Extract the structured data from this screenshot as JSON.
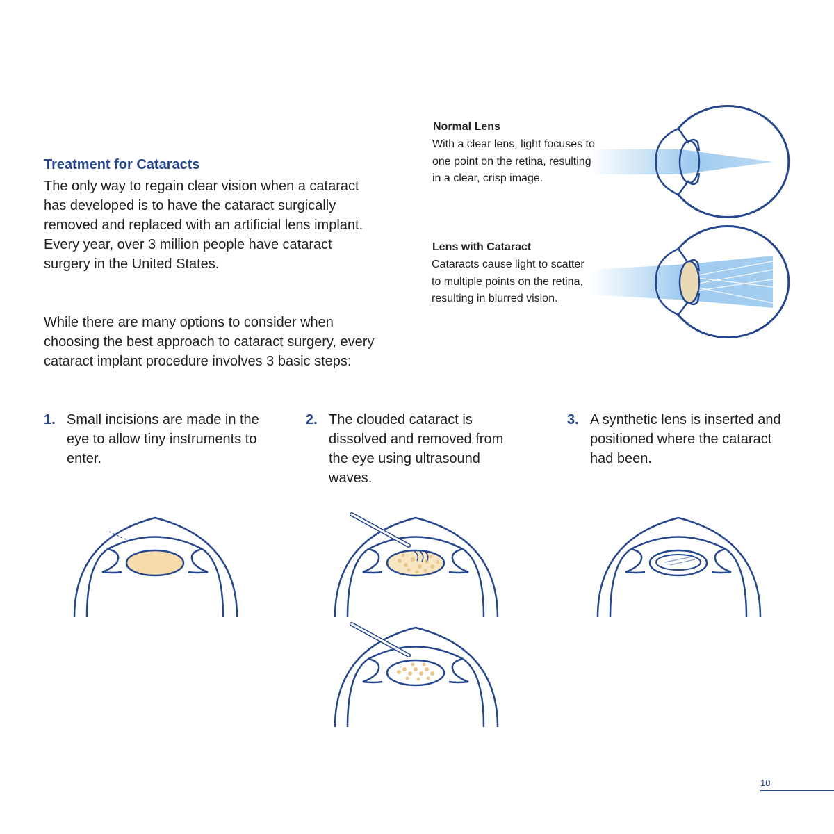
{
  "treatment": {
    "heading": "Treatment for Cataracts",
    "paragraph1": "The only way to regain clear vision when a cataract has developed is to have the cataract surgically removed and replaced with an artificial lens implant. Every year, over 3 million people have cataract surgery in the United States.",
    "paragraph2": "While there are many options to consider when choosing the best approach to cataract surgery, every cataract implant procedure involves 3 basic steps:"
  },
  "normal_lens": {
    "title": "Normal Lens",
    "body": "With a clear lens, light focuses to one point on the retina, resulting in a clear, crisp image."
  },
  "cataract_lens": {
    "title": "Lens with Cataract",
    "body": "Cataracts cause light to scatter to multiple points on the retina, resulting in blurred vision."
  },
  "steps": [
    {
      "number": "1.",
      "text": "Small incisions are made in the eye to allow tiny instruments to enter."
    },
    {
      "number": "2.",
      "text": "The clouded cataract is dissolved and removed from the eye using ultrasound waves."
    },
    {
      "number": "3.",
      "text": " A synthetic lens is inserted and positioned where the cataract had been."
    }
  ],
  "page_number": "10",
  "colors": {
    "accent": "#26478d",
    "lens_fill": "#f6dcaa",
    "light_beam": "#8ec2ec"
  }
}
